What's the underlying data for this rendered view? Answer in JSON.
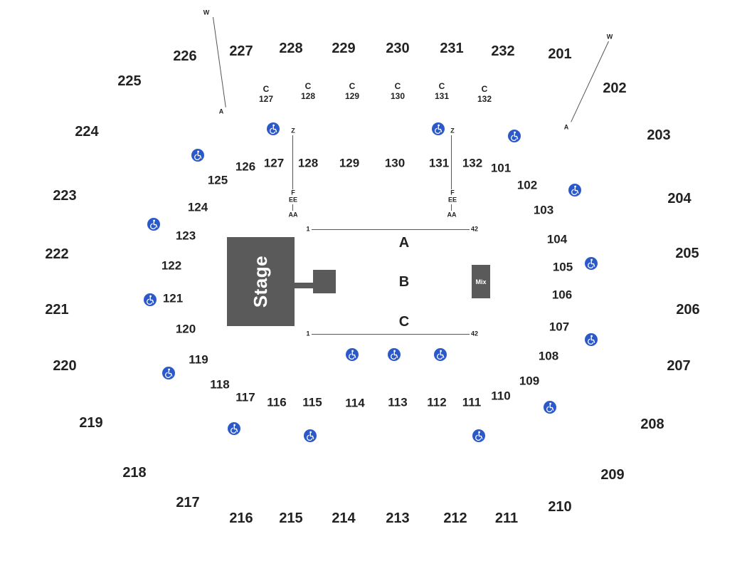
{
  "venue_map": {
    "stage_label": "Stage",
    "mix_label": "Mix",
    "floor_sections": [
      "A",
      "B",
      "C"
    ],
    "floor_row_start": "1",
    "floor_row_end": "42",
    "upper_sections": [
      "201",
      "202",
      "203",
      "204",
      "205",
      "206",
      "207",
      "208",
      "209",
      "210",
      "211",
      "212",
      "213",
      "214",
      "215",
      "216",
      "217",
      "218",
      "219",
      "220",
      "221",
      "222",
      "223",
      "224",
      "225",
      "226",
      "227",
      "228",
      "229",
      "230",
      "231",
      "232"
    ],
    "lower_sections": [
      "101",
      "102",
      "103",
      "104",
      "105",
      "106",
      "107",
      "108",
      "109",
      "110",
      "111",
      "112",
      "113",
      "114",
      "115",
      "116",
      "117",
      "118",
      "119",
      "120",
      "121",
      "122",
      "123",
      "124",
      "125",
      "126",
      "127",
      "128",
      "129",
      "130",
      "131",
      "132"
    ],
    "club_sections": [
      {
        "prefix": "C",
        "number": "127"
      },
      {
        "prefix": "C",
        "number": "128"
      },
      {
        "prefix": "C",
        "number": "129"
      },
      {
        "prefix": "C",
        "number": "130"
      },
      {
        "prefix": "C",
        "number": "131"
      },
      {
        "prefix": "C",
        "number": "132"
      }
    ],
    "row_markers": {
      "upper_row_top": "W",
      "upper_row_bottom": "A",
      "lower_row_top": "Z",
      "lower_row_f": "F",
      "lower_row_ee": "EE",
      "lower_row_aa": "AA"
    },
    "accessible_icon": "wheelchair-accessible-icon",
    "colors": {
      "stage": "#5a5a5a",
      "accessible": "#2b59c9",
      "text": "#222222"
    }
  }
}
